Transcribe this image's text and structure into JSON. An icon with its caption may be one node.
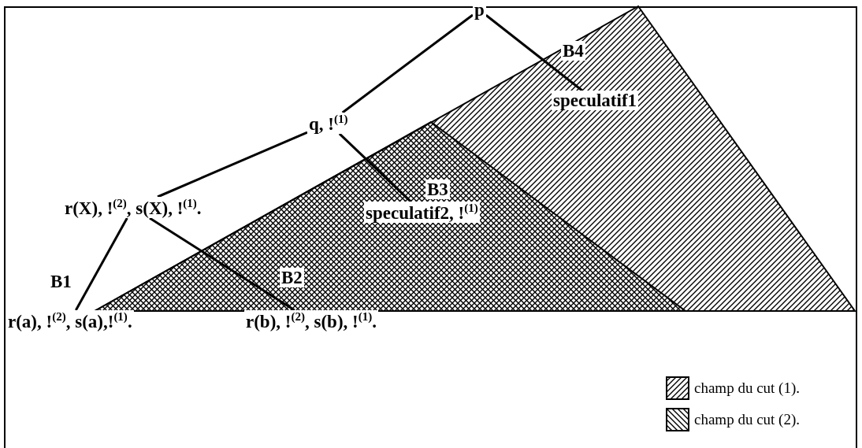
{
  "diagram": {
    "nodes": [
      {
        "text": [
          "p"
        ]
      },
      {
        "text": [
          "q, !$^{(1)}$"
        ]
      },
      {
        "text": [
          "speculatif1"
        ]
      },
      {
        "text": [
          "r(X), !$^{(2)}$, s(X), !$^{(1)}$."
        ]
      },
      {
        "text": [
          "speculatif2, !$^{(1)}$"
        ]
      },
      {
        "text": [
          "r(a), !$^{(2)}$, s(a),!$^{(1)}$."
        ]
      },
      {
        "text": [
          "r(b), !$^{(2)}$, s(b), !$^{(1)}$."
        ]
      }
    ],
    "edges": [
      {
        "from": 0,
        "to": 1,
        "arrow": "none"
      },
      {
        "from": 0,
        "to": 2,
        "arrow": "none",
        "label": "B4"
      },
      {
        "from": 1,
        "to": 3,
        "arrow": "none"
      },
      {
        "from": 1,
        "to": 4,
        "arrow": "none",
        "label": "B3"
      },
      {
        "from": 3,
        "to": 5,
        "arrow": "none",
        "label": "B1"
      },
      {
        "from": 3,
        "to": 6,
        "arrow": "none",
        "label": "B2"
      }
    ],
    "legend": [
      {
        "text": "champ du cut (1)."
      },
      {
        "text": "champ du cut (2)."
      }
    ]
  }
}
